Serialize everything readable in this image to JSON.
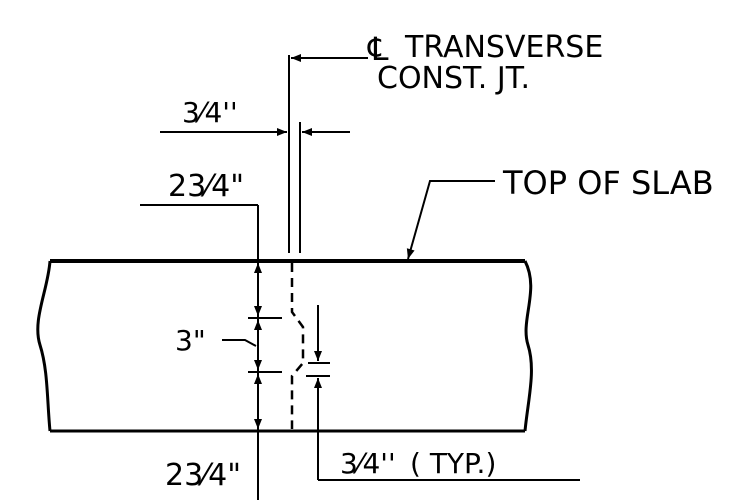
{
  "labels": {
    "centerline_symbol": "℄",
    "transverse": "TRANSVERSE",
    "const_jt": "CONST. JT.",
    "top_of_slab": "TOP OF SLAB",
    "frac_top": "3⁄4''",
    "dim_upper": "23⁄4\"",
    "dim_mid": "3\"",
    "dim_lower": "23⁄4\"",
    "frac_typ": "3⁄4''",
    "typ": "( TYP.)"
  }
}
